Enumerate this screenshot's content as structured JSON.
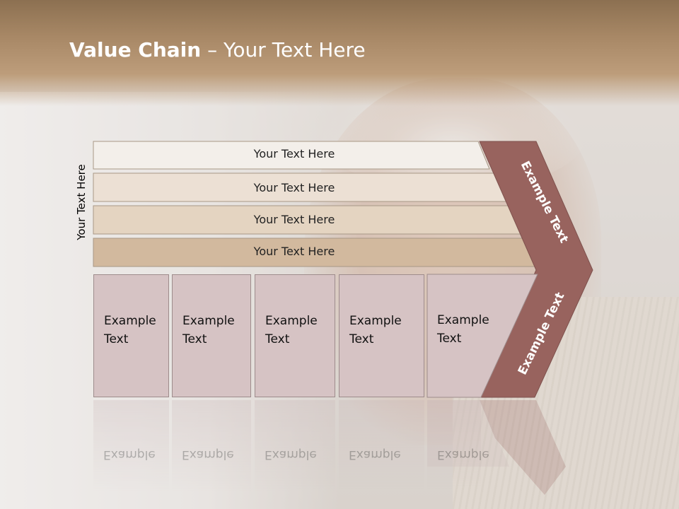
{
  "slide": {
    "title_bold": "Value Chain",
    "title_rest": " – Your Text Here",
    "side_label": "Your Text Here",
    "bars": [
      "Your Text Here",
      "Your Text Here",
      "Your Text Here",
      "Your Text Here"
    ],
    "cells": [
      {
        "line1": "Example",
        "line2": "Text"
      },
      {
        "line1": "Example",
        "line2": "Text"
      },
      {
        "line1": "Example",
        "line2": "Text"
      },
      {
        "line1": "Example",
        "line2": "Text"
      },
      {
        "line1": "Example",
        "line2": "Text"
      }
    ],
    "arrow_upper_label": "Example Text",
    "arrow_lower_label": "Example Text"
  },
  "colors": {
    "bar1": "#f3efea",
    "bar2": "#ece0d4",
    "bar3": "#e4d4c1",
    "bar4": "#d2b99e",
    "cell": "#d6c3c4",
    "arrow": "#98635e"
  }
}
